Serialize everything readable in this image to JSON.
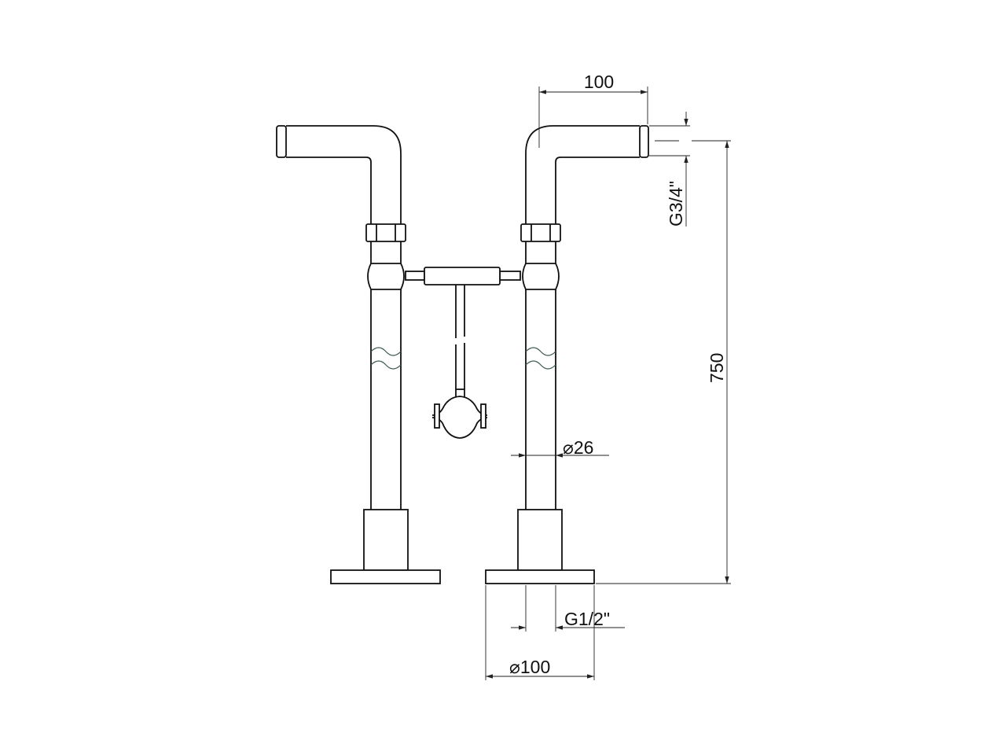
{
  "drawing": {
    "dimensions": {
      "spout_reach": "100",
      "outlet_thread": "G3/4\"",
      "total_height": "750",
      "pipe_diameter": "26",
      "inlet_thread": "G1/2\"",
      "base_diameter": "100",
      "diameter_symbol": "⌀"
    }
  }
}
